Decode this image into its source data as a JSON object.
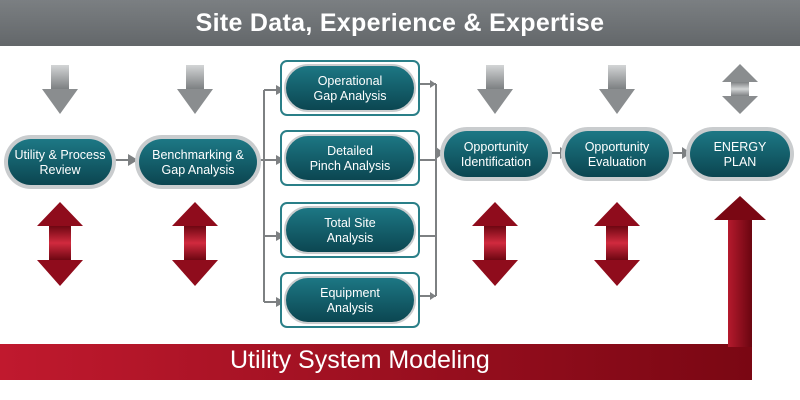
{
  "header": {
    "title": "Site Data, Experience & Expertise"
  },
  "footer": {
    "label": "Utility System Modeling"
  },
  "nodes": [
    {
      "id": "utility-process-review",
      "lines": [
        "Utility & Process",
        "Review"
      ]
    },
    {
      "id": "benchmarking-gap-analysis",
      "lines": [
        "Benchmarking &",
        "Gap Analysis"
      ]
    },
    {
      "id": "operational-gap-analysis",
      "lines": [
        "Operational",
        "Gap Analysis"
      ]
    },
    {
      "id": "detailed-pinch-analysis",
      "lines": [
        "Detailed",
        "Pinch Analysis"
      ]
    },
    {
      "id": "total-site-analysis",
      "lines": [
        "Total Site",
        "Analysis"
      ]
    },
    {
      "id": "equipment-analysis",
      "lines": [
        "Equipment",
        "Analysis"
      ]
    },
    {
      "id": "opportunity-identification",
      "lines": [
        "Opportunity",
        "Identification"
      ]
    },
    {
      "id": "opportunity-evaluation",
      "lines": [
        "Opportunity",
        "Evaluation"
      ]
    },
    {
      "id": "energy-plan",
      "lines": [
        "ENERGY",
        "PLAN"
      ]
    }
  ],
  "colors": {
    "header_gray": "#6e7275",
    "node_teal_dark": "#0d4a55",
    "node_teal_light": "#1a7582",
    "node_outline": "#c9ccce",
    "branch_outline": "#2a7f88",
    "arrow_gray": "#8a8d8f",
    "red_dark": "#7a0a16",
    "red_light": "#c8263a"
  }
}
